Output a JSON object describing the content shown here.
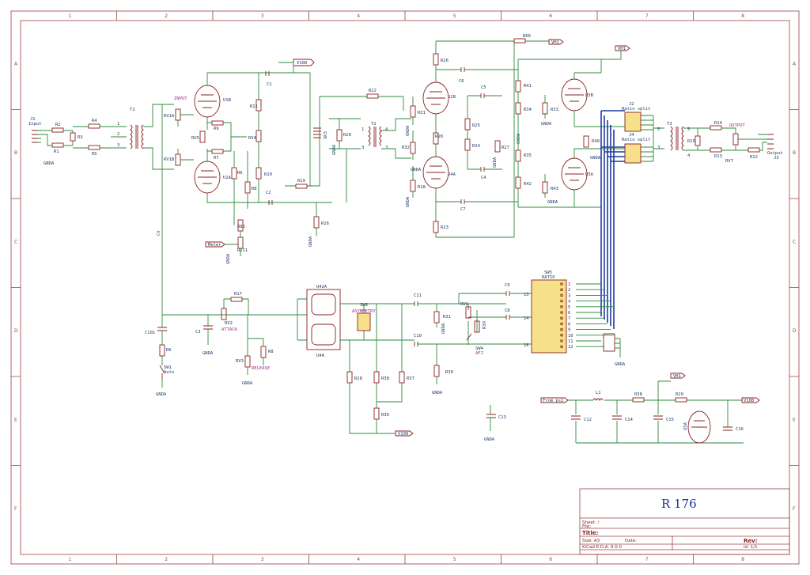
{
  "sheet": {
    "columns": [
      "1",
      "2",
      "3",
      "4",
      "5",
      "6",
      "7",
      "8"
    ],
    "rows": [
      "A",
      "B",
      "C",
      "D",
      "E",
      "F"
    ]
  },
  "title_block": {
    "big_title": "R 176",
    "sheet_label": "Sheet: /",
    "file_label": "File:",
    "title_label": "Title:",
    "size_label": "Size: A3",
    "date_label": "Date:",
    "rev_label": "Rev:",
    "tool_label": "KiCad E.D.A. 9.0.0",
    "id_label": "Id: 1/1"
  },
  "labels": {
    "input_pad": "INPUT",
    "output_pad": "OUTPUT",
    "j1": "J1",
    "j1_name": "Input",
    "j3": "J3",
    "j3_name": "Output",
    "gnda": "GNDA",
    "v108": "V108",
    "vh1": "VH1",
    "meter": "Meter",
    "cv": "CV",
    "from_ps": "From ps1",
    "attack": "ATTACK",
    "release": "RELEASE",
    "asymmetry": "ASYMMETRY",
    "ratio_split": "Ratio split",
    "auto": "Auto",
    "sw_label": "SW1",
    "sw5": "SW5",
    "sw5_name": "RATIO",
    "sw6": "SW6",
    "sw4": "SW4",
    "sw4_name": "AFI",
    "j2": "J2",
    "j4": "J4"
  },
  "components": {
    "r2": "R2",
    "r4": "R4",
    "r3": "R3",
    "r1": "R1",
    "r5": "R5",
    "t1": "T1",
    "rv1a": "RV1A",
    "rv1b": "RV1B",
    "rv5": "RV5",
    "u1b": "U1B",
    "u1a": "U1A",
    "r9": "R9",
    "r7": "R7",
    "r6": "R6",
    "r8": "R8",
    "rv4": "RV4",
    "r11": "R11",
    "r10": "R10",
    "c1": "C1",
    "c2": "C2",
    "r81": "R81",
    "rv11": "RV11",
    "r19": "R19",
    "sk3": "SK3",
    "r20": "R20",
    "t2": "T2",
    "r22": "R22",
    "r16": "R16",
    "r26": "R26",
    "r66": "R66",
    "u2b": "U2B",
    "u4a": "U4A",
    "r31": "R31",
    "r32": "R32",
    "rv8": "RV8",
    "r18": "R18",
    "r23": "R23",
    "c6": "C6",
    "c5": "C5",
    "c4": "C4",
    "c7": "C7",
    "r25": "R25",
    "r24": "R24",
    "r27": "R27",
    "r41": "R41",
    "r34": "R34",
    "r35": "R35",
    "r42": "R42",
    "r33": "R33",
    "r43": "R43",
    "r40": "R40",
    "u3b": "U3B",
    "u3a": "U3A",
    "t3": "T3",
    "r15": "R15",
    "r14": "R14",
    "r13": "R13",
    "rv7": "RV7",
    "r12": "R12",
    "u4a2": "U4A",
    "u42a": "U42A",
    "r17": "R17",
    "rv2": "RV2",
    "rv3": "RV3",
    "c3": "C3",
    "c101": "C101",
    "r6b": "R6",
    "c11": "C11",
    "c10": "C10",
    "c9": "C9",
    "c8": "C8",
    "rv6": "RV6",
    "r31b": "R31",
    "r30": "R30",
    "r28": "R28",
    "r38": "R38",
    "r37": "R37",
    "r36": "R36",
    "r39": "R39",
    "c13": "C13",
    "l1": "L1",
    "r38b": "R38",
    "r29": "R29",
    "c12": "C12",
    "c14": "C14",
    "c15": "C15",
    "c16": "C16",
    "u5a": "U5A"
  },
  "sw5_positions": [
    "1",
    "2",
    "3",
    "4",
    "5",
    "6",
    "7",
    "8",
    "9",
    "10",
    "11",
    "12"
  ],
  "sw5_ports": [
    "13",
    "14",
    "16"
  ],
  "t_pins": [
    "1",
    "2",
    "3",
    "4",
    "5",
    "6"
  ]
}
